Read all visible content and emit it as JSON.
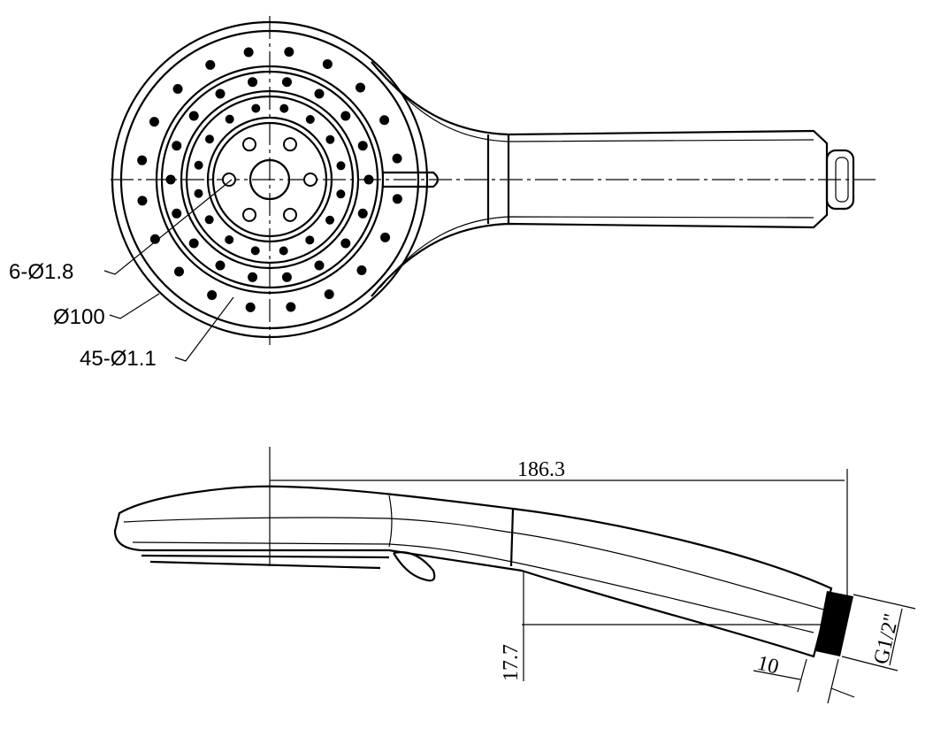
{
  "labels": {
    "small_holes": "6-Ø1.8",
    "diameter": "Ø100",
    "large_holes": "45-Ø1.1",
    "length": "186.3",
    "height": "17.7",
    "thread_length": "10",
    "thread": "G1/2\""
  },
  "colors": {
    "line": "#000000",
    "background": "#ffffff"
  }
}
